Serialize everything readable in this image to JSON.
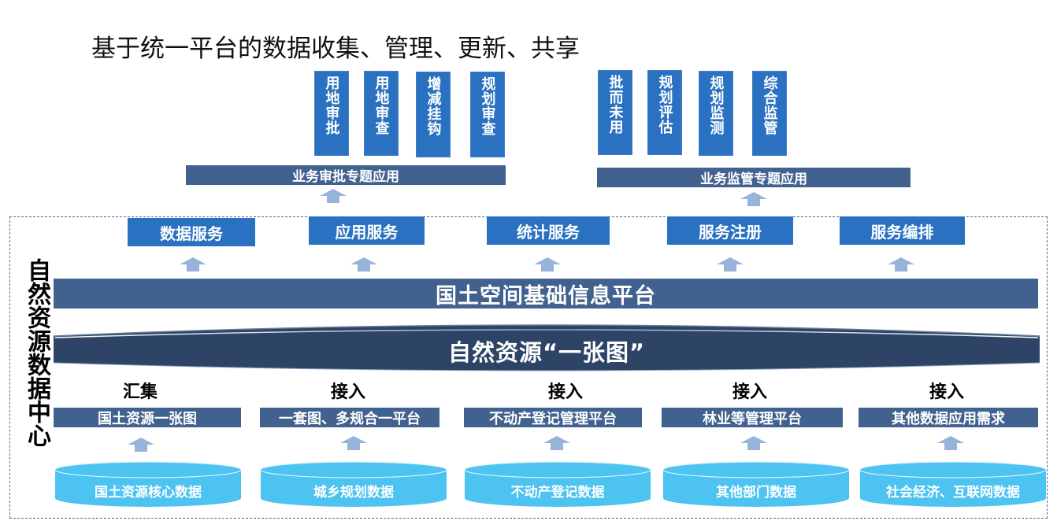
{
  "title": "基于统一平台的数据收集、管理、更新、共享",
  "approval_group": {
    "label": "业务审批专题应用",
    "apps": [
      "用地审批",
      "用地审查",
      "增减挂钩",
      "规划审查"
    ]
  },
  "supervision_group": {
    "label": "业务监管专题应用",
    "apps": [
      "批而未用",
      "规划评估",
      "规划监测",
      "综合监管"
    ]
  },
  "data_center_label": "自然资源数据中心",
  "services": [
    "数据服务",
    "应用服务",
    "统计服务",
    "服务注册",
    "服务编排"
  ],
  "platform_label": "国土空间基础信息平台",
  "one_map_label": "自然资源“一张图”",
  "sources": [
    {
      "action": "汇集",
      "platform": "国土资源一张图",
      "database": "国土资源核心数据"
    },
    {
      "action": "接入",
      "platform": "一套图、多规合一平台",
      "database": "城乡规划数据"
    },
    {
      "action": "接入",
      "platform": "不动产登记管理平台",
      "database": "不动产登记数据"
    },
    {
      "action": "接入",
      "platform": "林业等管理平台",
      "database": "其他部门数据"
    },
    {
      "action": "接入",
      "platform": "其他数据应用需求",
      "database": "社会经济、互联网数据"
    }
  ],
  "colors": {
    "app_box": "#2a71c1",
    "dark_bar": "#41628f",
    "one_map": "#2e4466",
    "database": "#4cc3f0",
    "arrow": "#97b3da"
  }
}
